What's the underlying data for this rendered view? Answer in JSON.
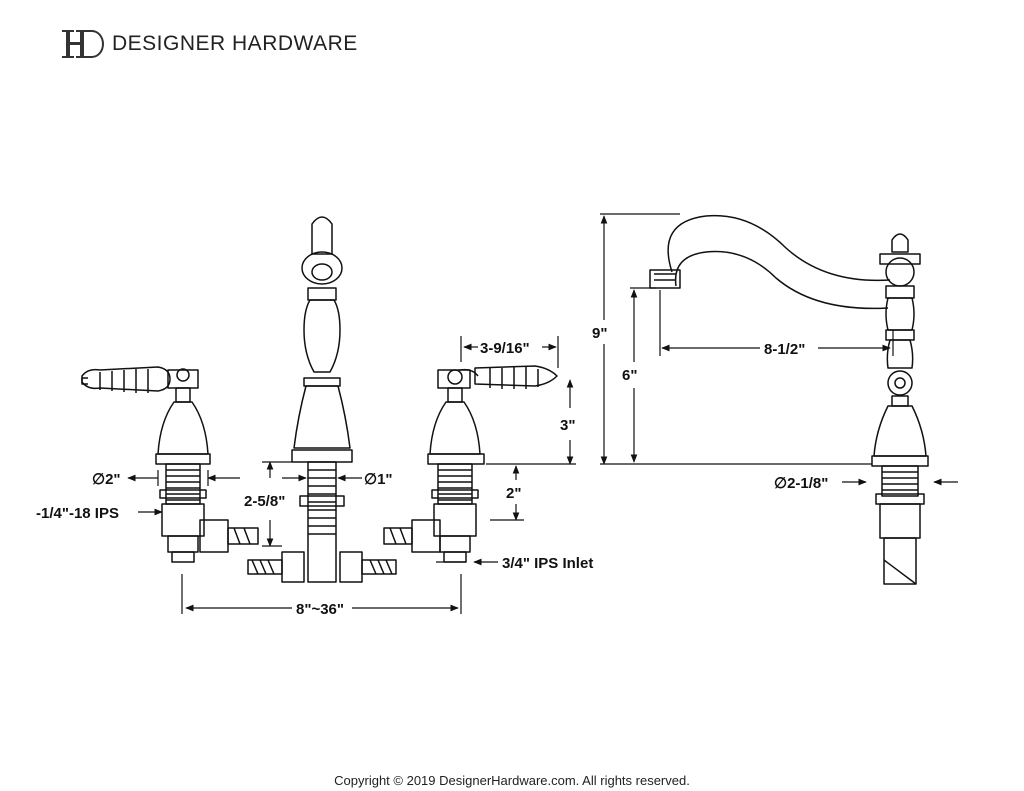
{
  "brand": {
    "logo_icon": "dh-monogram-icon",
    "name": "DESIGNER HARDWARE"
  },
  "dimensions": {
    "diam_2": "∅2\"",
    "diam_1": "∅1\"",
    "thread_ips": "-1/4\"-18 IPS",
    "height_2_5_8": "2-5/8\"",
    "width_3_9_16": "3-9/16\"",
    "height_3": "3\"",
    "height_2": "2\"",
    "inlet": "3/4\" IPS Inlet",
    "spread": "8\"~36\"",
    "height_9": "9\"",
    "height_6": "6\"",
    "reach_8_1_2": "8-1/2\"",
    "diam_2_1_8": "∅2-1/8\""
  },
  "footer": {
    "copyright": "Copyright © 2019 DesignerHardware.com. All rights reserved."
  }
}
